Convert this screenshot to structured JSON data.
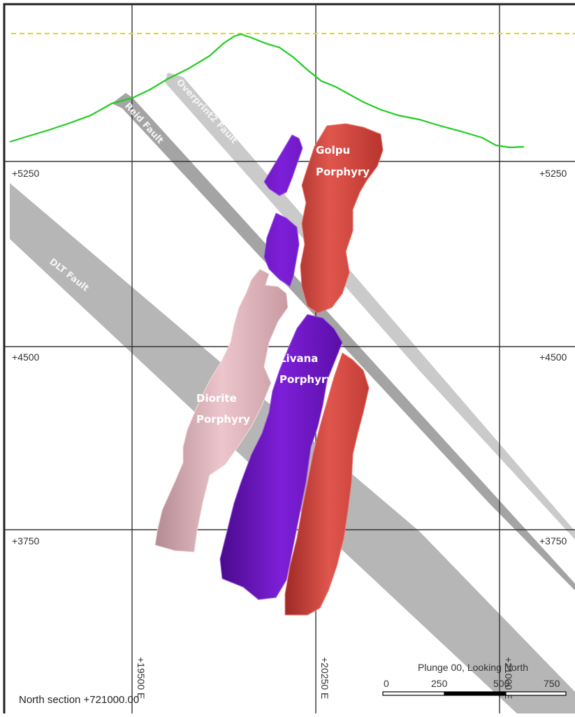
{
  "grid": {
    "elevations": [
      "+5250",
      "+4500",
      "+3750"
    ],
    "eastings": [
      "+19500 E",
      "+20250 E",
      "+21000 E"
    ]
  },
  "faults": [
    {
      "name": "Reid Fault"
    },
    {
      "name": "Overprint2 Fault"
    },
    {
      "name": "DLT Fault"
    }
  ],
  "bodies": {
    "golpu": {
      "line1": "Golpu",
      "line2": "Porphyry"
    },
    "livana": {
      "line1": "Livana",
      "line2": "Porphyry"
    },
    "diorite": {
      "line1": "Diorite",
      "line2": "Porphyry"
    }
  },
  "scale": {
    "caption": "Plunge 00, Looking North",
    "ticks": [
      "0",
      "250",
      "500",
      "750"
    ]
  },
  "section_label": "North section +721000.00",
  "colors": {
    "topography": "#22cc22",
    "reference_line": "#dddd00",
    "fault": "#a8a8a8",
    "golpu": "#c8413a",
    "livana": "#6a0fc0",
    "diorite": "#e0b4ba"
  }
}
